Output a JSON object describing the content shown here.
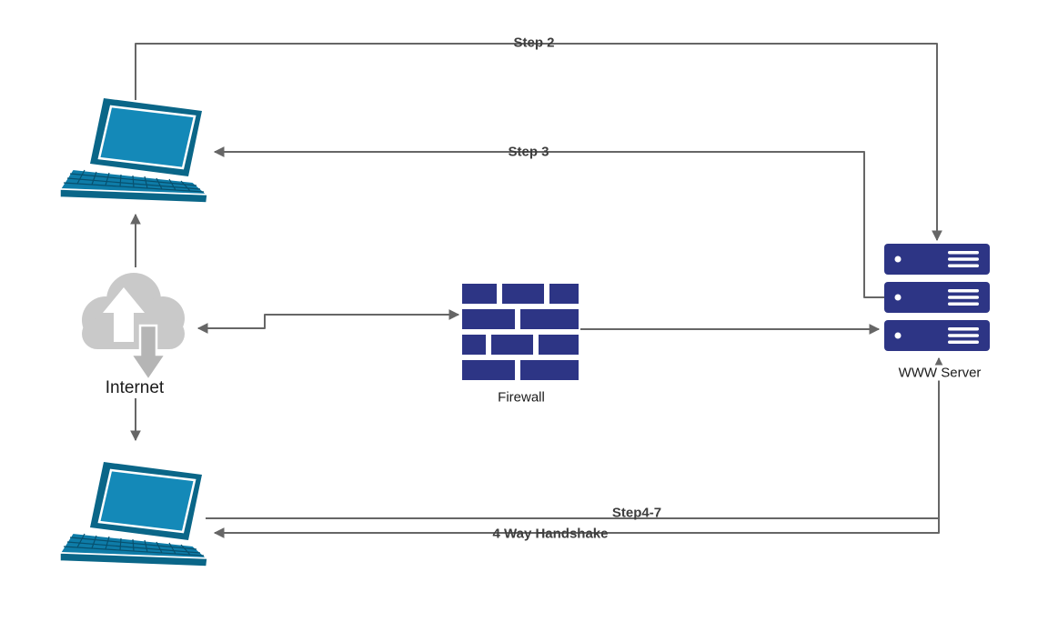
{
  "diagram": {
    "nodes": {
      "internet": {
        "label": "Internet"
      },
      "firewall": {
        "label": "Firewall"
      },
      "www_server": {
        "label": "WWW Server"
      }
    },
    "edges": {
      "step2": {
        "label": "Step 2"
      },
      "step3": {
        "label": "Step 3"
      },
      "step4_7": {
        "label": "Step4-7"
      },
      "handshake": {
        "label": "4 Way Handshake"
      }
    },
    "colors": {
      "laptop_body": "#0e7ca8",
      "laptop_dark": "#0a6688",
      "laptop_screen": "#1489b8",
      "cloud": "#c9c9c9",
      "cloud_arrow": "#b5b5b5",
      "brick": "#2d3585",
      "server": "#2d3585",
      "connector": "#666666",
      "edge_label": "#3d3d3d",
      "node_label": "#1a1a1a"
    }
  }
}
